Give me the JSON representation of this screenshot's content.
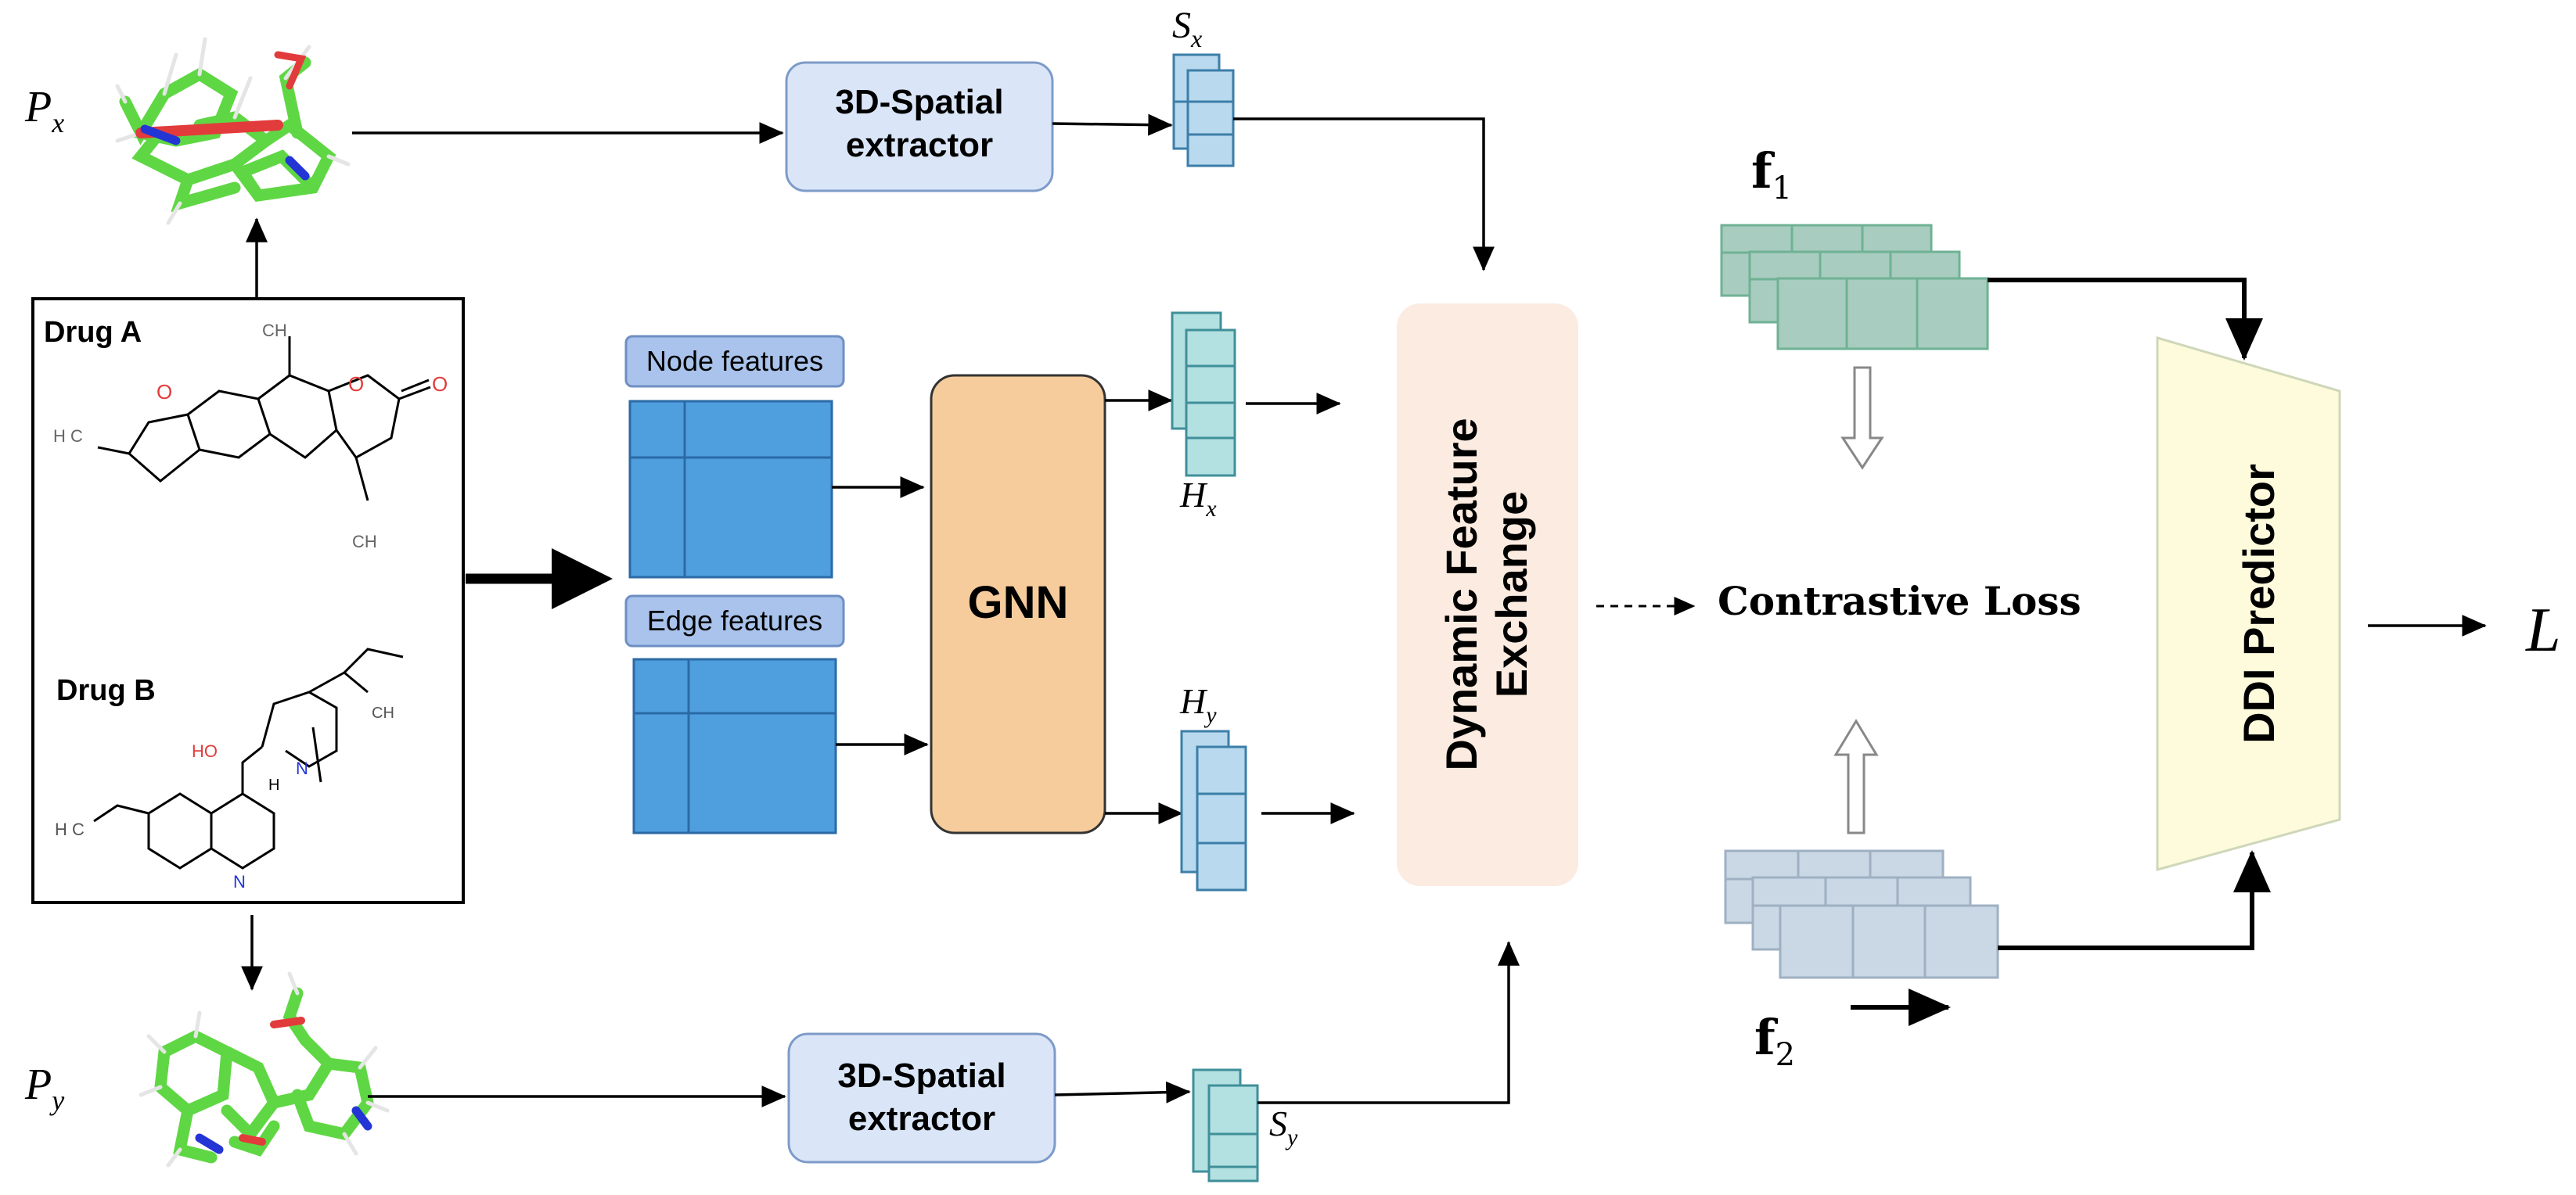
{
  "title": "",
  "inputs": {
    "drug_a_label": "Drug A",
    "drug_b_label": "Drug B",
    "px_label": "P",
    "px_sub": "x",
    "py_label": "P",
    "py_sub": "y"
  },
  "extractors": {
    "top_line1": "3D-Spatial",
    "top_line2": "extractor",
    "bottom_line1": "3D-Spatial",
    "bottom_line2": "extractor"
  },
  "features": {
    "node_label": "Node features",
    "edge_label": "Edge features"
  },
  "gnn_label": "GNN",
  "embeddings": {
    "sx_main": "S",
    "sx_sub": "x",
    "sy_main": "S",
    "sy_sub": "y",
    "hx_main": "H",
    "hx_sub": "x",
    "hy_main": "H",
    "hy_sub": "y"
  },
  "exchange": {
    "line1": "Dynamic Feature",
    "line2": "Exchange"
  },
  "contrastive": {
    "label": "Contrastive Loss",
    "f1_main": "f",
    "f1_sub": "1",
    "f2_main": "f",
    "f2_sub": "2"
  },
  "predictor_label": "DDI Predictor",
  "output_label": "L",
  "molecule": {
    "ch3_top": "CH",
    "ch3_left": "H C",
    "ch3_bottom": "CH",
    "o_left": "O",
    "o_right": "O",
    "o_keto": "O",
    "ch2": "CH",
    "ho": "HO",
    "n_ring": "N",
    "h_label": "H",
    "h3co": "H C",
    "n_quin": "N"
  },
  "colors": {
    "extractor_fill": "#dae6f8",
    "extractor_stroke": "#7d9bc9",
    "feature_blue": "#4f9ede",
    "feature_stroke": "#2b6aa6",
    "label_box_fill": "#a9c3ec",
    "gnn_fill": "#f6cc9c",
    "exchange_fill": "#fcebe0",
    "teal_fill": "#b3e0e0",
    "teal_stroke": "#3f8f9a",
    "lightblue_fill": "#b8d9ee",
    "lightblue_stroke": "#3c7ea8",
    "f1_fill": "#a8ccc0",
    "f1_stroke": "#6fb294",
    "f2_fill": "#cad8e6",
    "f2_stroke": "#9fb0c2",
    "predictor_fill": "#fdfbdc",
    "predictor_stroke": "#cfd7b9",
    "mol_green": "#62d64a",
    "mol_red": "#e23b3b",
    "mol_blue": "#2435d6"
  },
  "icons": [
    "molecule-3d-icon",
    "arrow-icon"
  ]
}
